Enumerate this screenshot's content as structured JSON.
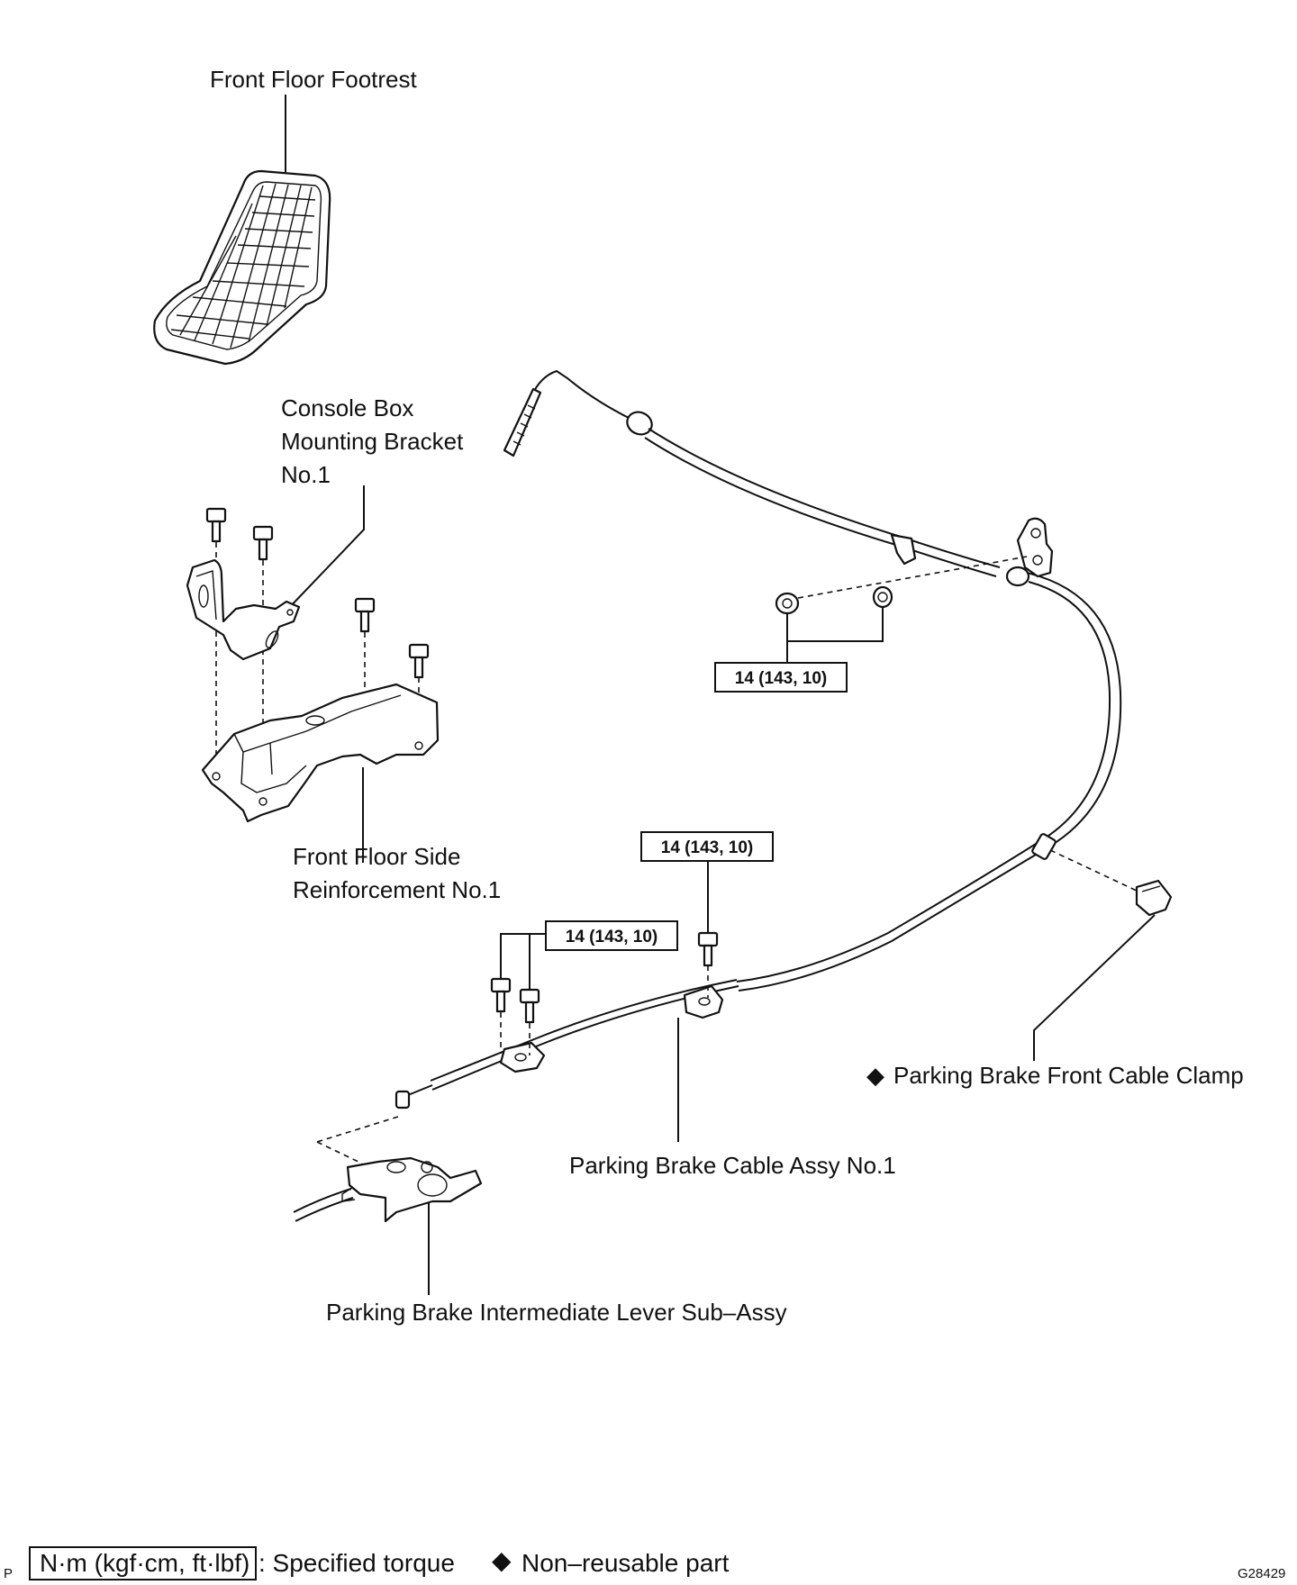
{
  "labels": {
    "footrest": "Front Floor Footrest",
    "console_bracket_l1": "Console Box",
    "console_bracket_l2": "Mounting Bracket",
    "console_bracket_l3": "No.1",
    "reinforcement_l1": "Front Floor Side",
    "reinforcement_l2": "Reinforcement No.1",
    "front_cable_clamp": "Parking Brake Front Cable Clamp",
    "cable_assy": "Parking Brake Cable Assy No.1",
    "intermediate_lever": "Parking Brake Intermediate Lever Sub–Assy"
  },
  "torque": {
    "upper": "14 (143, 10)",
    "middle": "14 (143, 10)",
    "lower": "14 (143, 10)"
  },
  "legend": {
    "torque_box": "N·m (kgf·cm, ft·lbf)",
    "torque_text": ": Specified torque",
    "nonreusable_text": "Non–reusable part",
    "diamond_symbol": "◆"
  },
  "corner_left": "P",
  "figure_code": "G28429",
  "icons": [
    "diamond-icon"
  ]
}
